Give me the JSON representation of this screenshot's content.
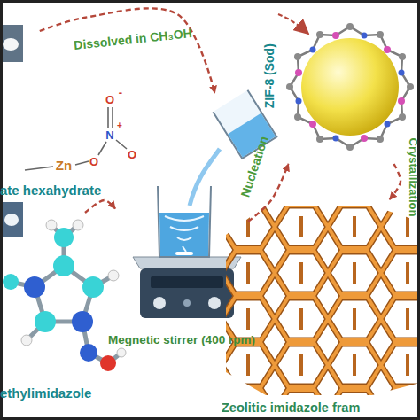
{
  "diagram": {
    "nodes": [
      {
        "text": [
          "ate hexahydrate"
        ]
      },
      {
        "text": [
          "ethylimidazole"
        ]
      },
      {
        "text": [
          "Megnetic stirrer (400 rpm)"
        ]
      },
      {
        "text": [
          "ZIF-8 (Sod)"
        ]
      },
      {
        "text": [
          "Zeolitic imidazole fram"
        ]
      }
    ],
    "edges": [
      {
        "from": 0,
        "to": 2,
        "label": "Dissolved in CH₃OH",
        "arrow": "to"
      },
      {
        "from": 1,
        "to": 2,
        "arrow": "to"
      },
      {
        "from": 2,
        "to": 3,
        "label": "Nucleation",
        "arrow": "to"
      },
      {
        "from": 3,
        "to": 4,
        "label": "Crystallization",
        "arrow": "to"
      }
    ],
    "labels": [
      "Zn",
      "O",
      "N",
      "+",
      "O",
      "O",
      "-"
    ]
  }
}
